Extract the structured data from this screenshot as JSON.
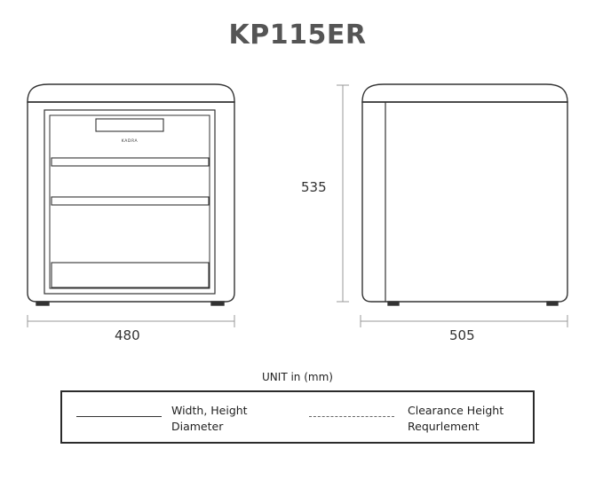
{
  "title": "KP115ER",
  "brand": "KADRA",
  "dimensions": {
    "width": "480",
    "height": "535",
    "depth": "505"
  },
  "unit_label": "UNIT in (mm)",
  "legend": {
    "solid_line_label_1": "Width, Height",
    "solid_line_label_2": "Diameter",
    "dashed_line_label_1": "Clearance Height",
    "dashed_line_label_2": "Requrlement"
  },
  "colors": {
    "title": "#555555",
    "line": "#333333",
    "dimension_line": "#999999"
  }
}
